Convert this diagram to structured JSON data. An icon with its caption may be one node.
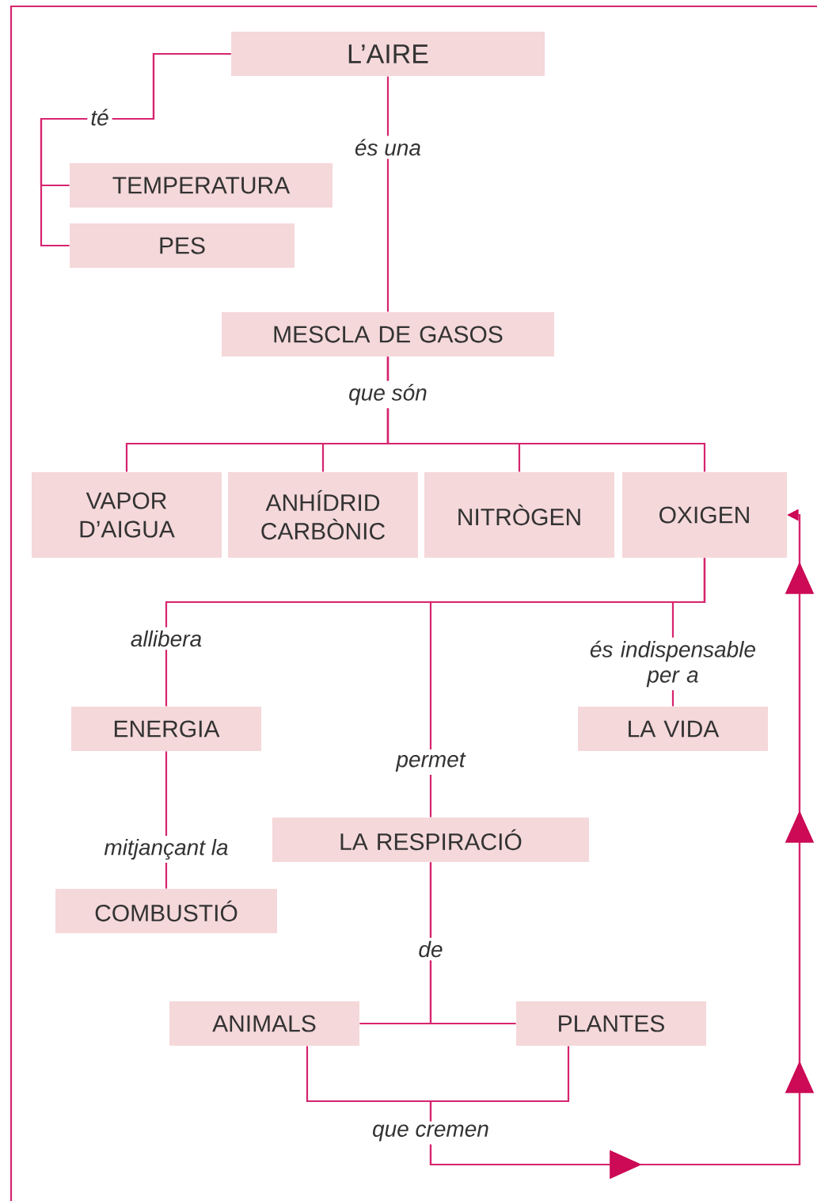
{
  "diagram": {
    "nodes": [
      {
        "text": [
          "L’AIRE"
        ]
      },
      {
        "text": [
          "TEMPERATURA"
        ]
      },
      {
        "text": [
          "PES"
        ]
      },
      {
        "text": [
          "MESCLA DE GASOS"
        ]
      },
      {
        "text": [
          "VAPOR D’AIGUA"
        ]
      },
      {
        "text": [
          "ANHÍDRID CARBÒNIC"
        ]
      },
      {
        "text": [
          "NITRÒGEN"
        ]
      },
      {
        "text": [
          "OXIGEN"
        ]
      },
      {
        "text": [
          "ENERGIA"
        ]
      },
      {
        "text": [
          "LA VIDA"
        ]
      },
      {
        "text": [
          "LA RESPIRACIÓ"
        ]
      },
      {
        "text": [
          "COMBUSTIÓ"
        ]
      },
      {
        "text": [
          "ANIMALS"
        ]
      },
      {
        "text": [
          "PLANTES"
        ]
      }
    ],
    "edges": [
      {
        "from": 0,
        "to": 1,
        "arrow": "none",
        "label": "té"
      },
      {
        "from": 0,
        "to": 2,
        "arrow": "none"
      },
      {
        "from": 0,
        "to": 3,
        "arrow": "none",
        "label": "és una"
      },
      {
        "from": 3,
        "to": 4,
        "arrow": "none",
        "label": "que són"
      },
      {
        "from": 3,
        "to": 5,
        "arrow": "none"
      },
      {
        "from": 3,
        "to": 6,
        "arrow": "none"
      },
      {
        "from": 3,
        "to": 7,
        "arrow": "none"
      },
      {
        "from": 7,
        "to": 8,
        "arrow": "none",
        "label": "allibera"
      },
      {
        "from": 7,
        "to": 10,
        "arrow": "none",
        "label": "permet"
      },
      {
        "from": 7,
        "to": 9,
        "arrow": "none",
        "label": "és indispensable per a"
      },
      {
        "from": 8,
        "to": 11,
        "arrow": "none",
        "label": "mitjançant la"
      },
      {
        "from": 10,
        "to": 12,
        "arrow": "none",
        "label": "de"
      },
      {
        "from": 10,
        "to": 13,
        "arrow": "none"
      },
      {
        "from": 12,
        "to": 7,
        "arrow": "to",
        "label": "que cremen"
      },
      {
        "from": 13,
        "to": 7,
        "arrow": "to"
      }
    ]
  }
}
